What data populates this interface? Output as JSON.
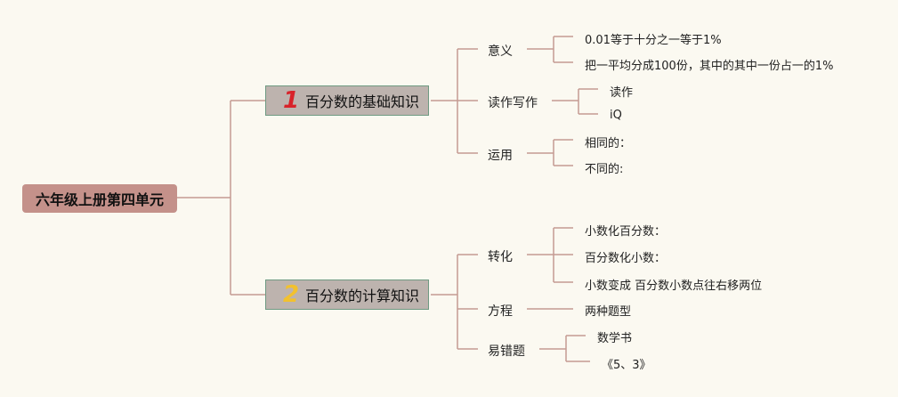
{
  "colors": {
    "line": "#c49b92",
    "root_bg": "#c4918a",
    "topic_bg": "#bdb3ae",
    "num1": "#d8232a",
    "num2": "#f2c12e"
  },
  "root": "六年级上册第四单元",
  "topics": [
    {
      "number": "1",
      "label": "百分数的基础知识",
      "children": [
        {
          "label": "意义",
          "leaves": [
            "0.01等于十分之一等于1%",
            "把一平均分成100份，其中的其中一份占一的1%"
          ]
        },
        {
          "label": "读作写作",
          "leaves": [
            "读作",
            "iQ"
          ]
        },
        {
          "label": "运用",
          "leaves": [
            "相同的：",
            "不同的:"
          ]
        }
      ]
    },
    {
      "number": "2",
      "label": "百分数的计算知识",
      "children": [
        {
          "label": "转化",
          "leaves": [
            "小数化百分数：",
            "百分数化小数：",
            "小数变成 百分数小数点往右移两位"
          ]
        },
        {
          "label": "方程",
          "leaves": [
            "两种题型"
          ]
        },
        {
          "label": "易错题",
          "leaves": [
            "数学书",
            "《5、3》"
          ]
        }
      ]
    }
  ]
}
